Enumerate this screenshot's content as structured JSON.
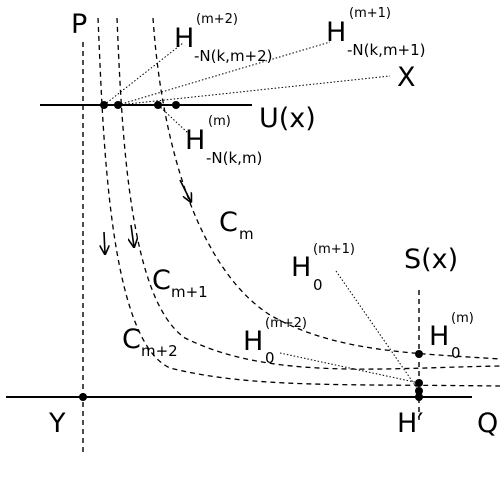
{
  "colors": {
    "ink": "#000000",
    "background": "#ffffff"
  },
  "labels": {
    "P": "P",
    "Q": "Q",
    "Y": "Y",
    "X": "X",
    "U": "U(x)",
    "S": "S(x)",
    "H_prime": "H′"
  },
  "h_labels": {
    "h_m2_top": {
      "base": "H",
      "sup": "(m+2)",
      "sub": "-N(k,m+2)"
    },
    "h_m1_top": {
      "base": "H",
      "sup": "(m+1)",
      "sub": "-N(k,m+1)"
    },
    "h_m_top": {
      "base": "H",
      "sup": "(m)",
      "sub": "-N(k,m)"
    },
    "h0_m1": {
      "base": "H",
      "sup": "(m+1)",
      "sub": "0"
    },
    "h0_m2": {
      "base": "H",
      "sup": "(m+2)",
      "sub": "0"
    },
    "h0_m": {
      "base": "H",
      "sup": "(m)",
      "sub": "0"
    }
  },
  "curve_labels": {
    "c_m": {
      "base": "C",
      "sub": "m"
    },
    "c_m1": {
      "base": "C",
      "sub": "m+1"
    },
    "c_m2": {
      "base": "C",
      "sub": "m+2"
    }
  }
}
